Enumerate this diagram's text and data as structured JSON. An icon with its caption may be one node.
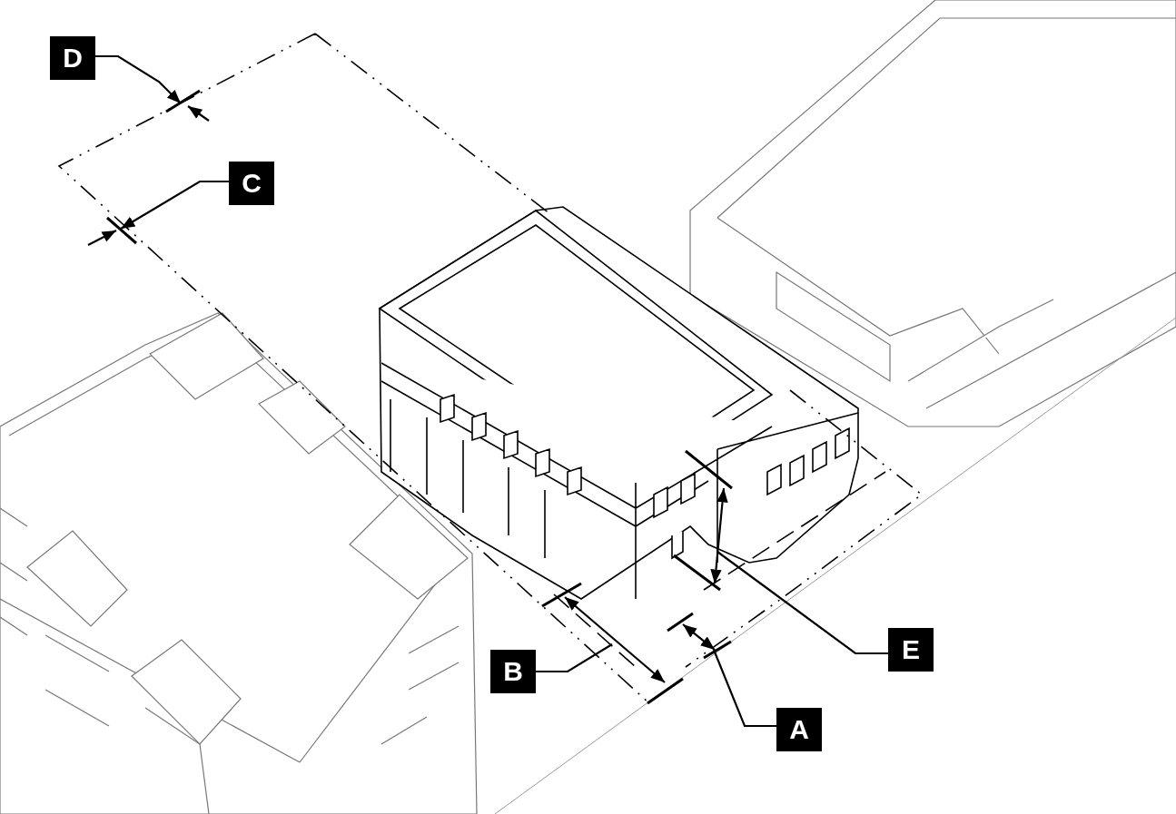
{
  "diagram": {
    "nodes": [
      {
        "text": [
          "D"
        ]
      },
      {
        "text": [
          "C"
        ]
      },
      {
        "text": [
          "B"
        ]
      },
      {
        "text": [
          "E"
        ]
      },
      {
        "text": [
          "A"
        ]
      }
    ],
    "edges": [
      {
        "from": 0,
        "to": null,
        "arrow": "to"
      },
      {
        "from": 1,
        "to": null,
        "arrow": "to"
      },
      {
        "from": 2,
        "to": null,
        "arrow": "none"
      },
      {
        "from": 3,
        "to": null,
        "arrow": "none"
      },
      {
        "from": 4,
        "to": null,
        "arrow": "none"
      }
    ]
  }
}
